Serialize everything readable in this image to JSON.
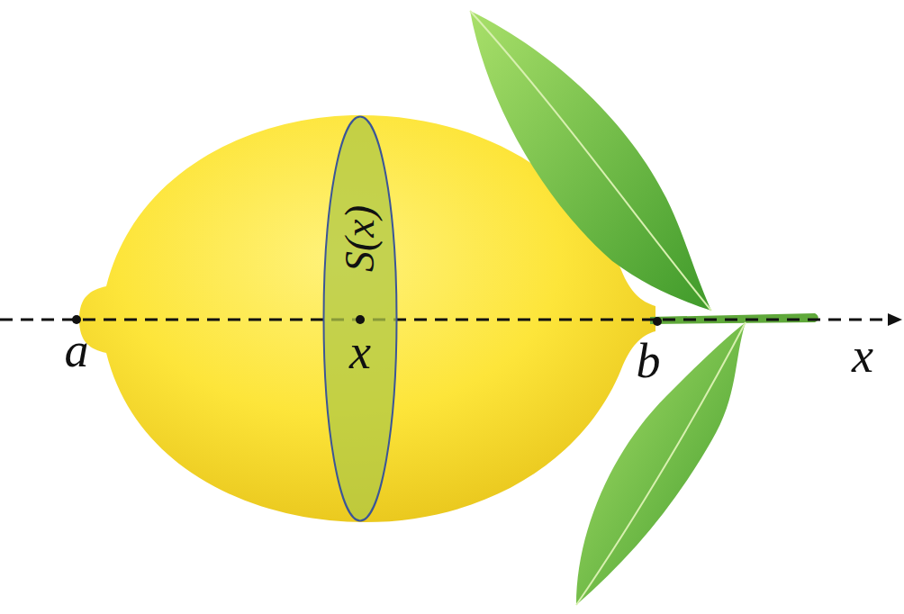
{
  "diagram": {
    "nodes": [
      {
        "text": [
          "S(x)"
        ]
      }
    ],
    "labels": [
      "a",
      "x",
      "b",
      "x"
    ]
  }
}
